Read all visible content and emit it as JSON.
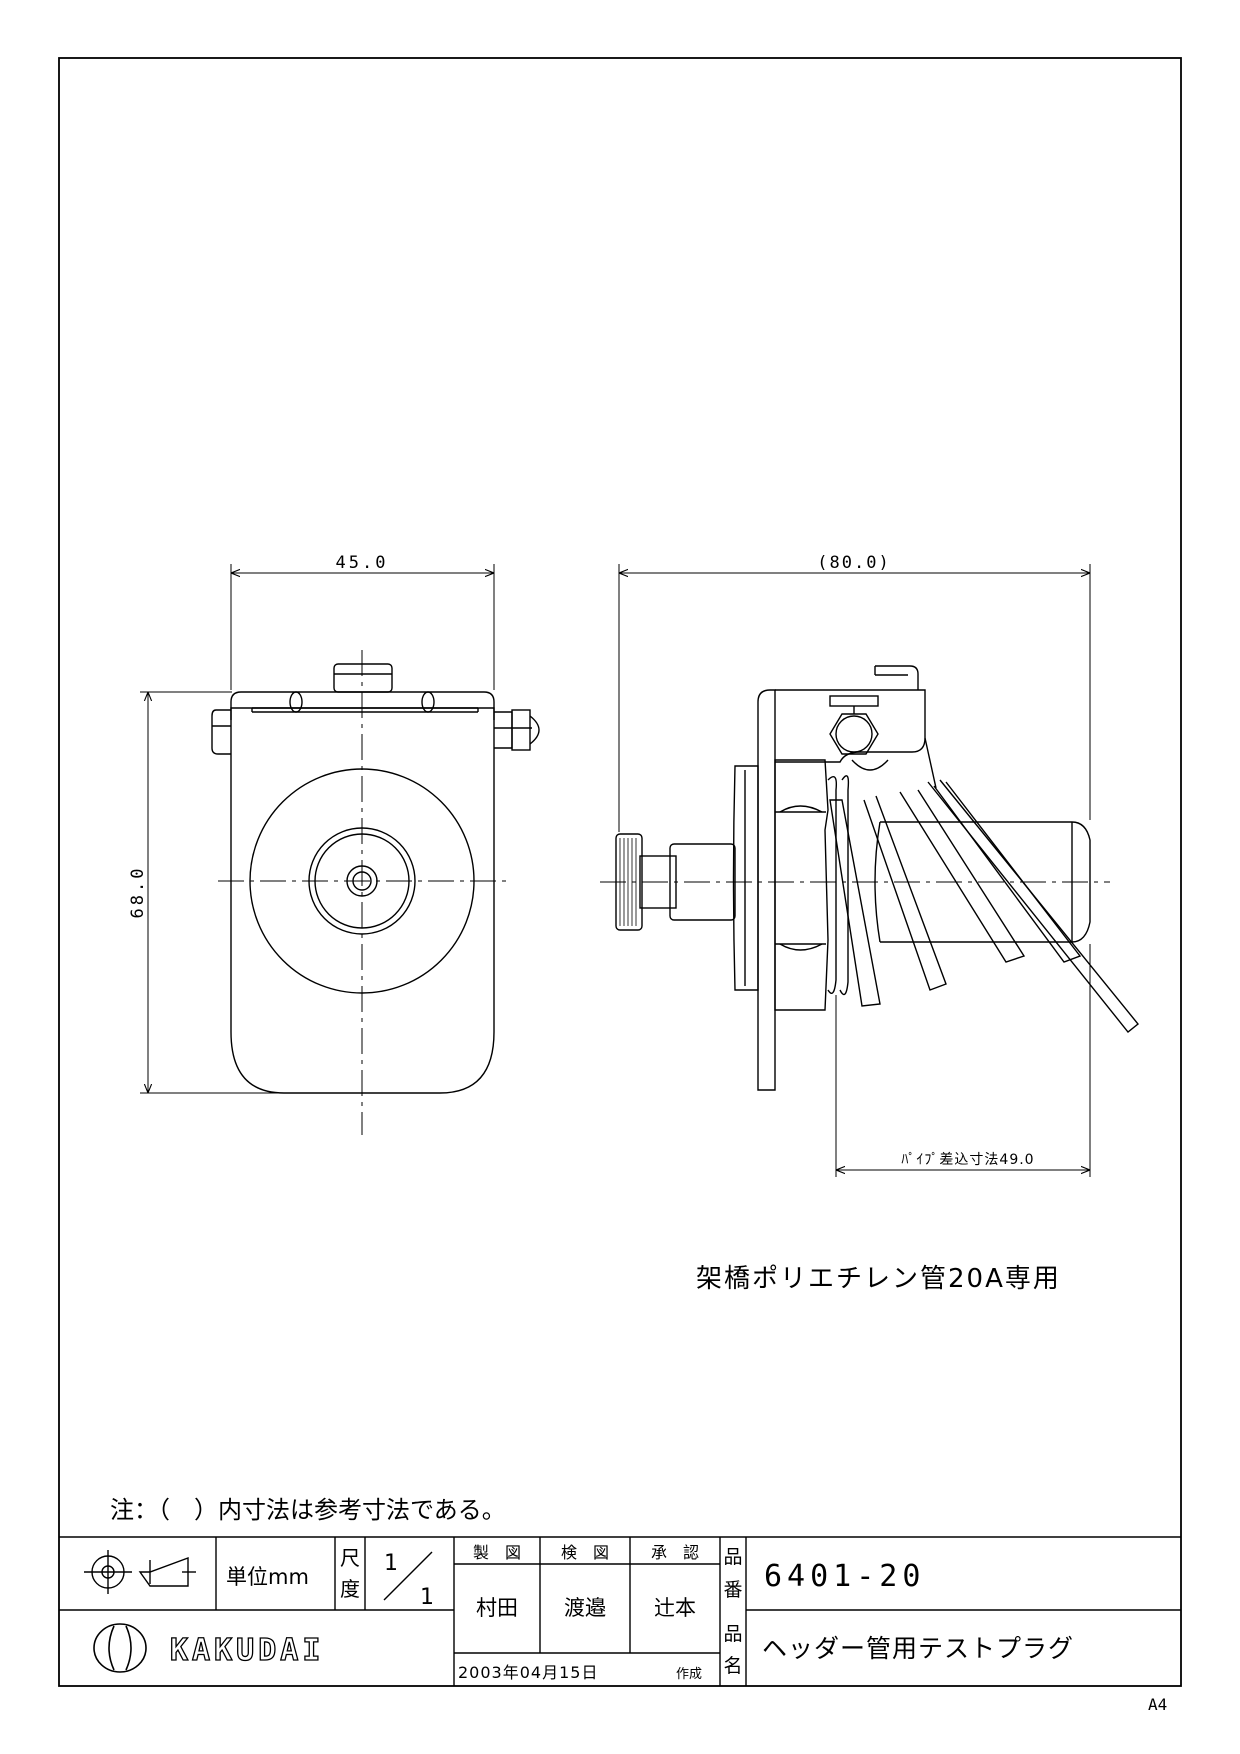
{
  "dimensions": {
    "front_width": "45.0",
    "front_height": "68.0",
    "side_width": "(80.0)",
    "pipe_insert": "ﾊﾟｲﾌﾟ差込寸法49.0"
  },
  "note_exclusive": "架橋ポリエチレン管20A専用",
  "note_reference": "注：（　）内寸法は参考寸法である。",
  "title_block": {
    "unit_label": "単位mm",
    "scale_label_1": "尺",
    "scale_label_2": "度",
    "scale_num": "1",
    "scale_den": "1",
    "made_by_label": "製　図",
    "checked_by_label": "検　図",
    "approved_by_label": "承　認",
    "made_by": "村田",
    "checked_by": "渡邉",
    "approved_by": "辻本",
    "date": "2003年04月15日",
    "date_suffix": "作成",
    "part_no_label_1": "品",
    "part_no_label_2": "番",
    "part_no": "6401-20",
    "part_name_label_1": "品",
    "part_name_label_2": "名",
    "part_name": "ヘッダー管用テストプラグ",
    "company": "KAKUDAI"
  },
  "paper_size": "A4"
}
